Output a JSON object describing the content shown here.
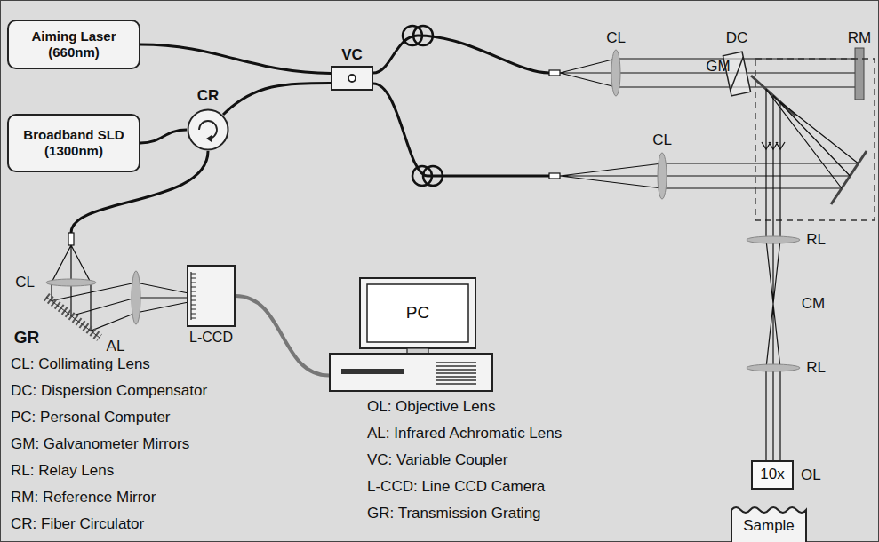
{
  "diagram": {
    "nodes": [
      {
        "text": [
          "Aiming Laser (660nm)"
        ]
      },
      {
        "text": [
          "Broadband SLD (1300nm)"
        ]
      },
      {
        "text": [
          "CR"
        ]
      },
      {
        "text": [
          "VC"
        ]
      },
      {
        "text": [
          "L-CCD"
        ]
      },
      {
        "text": [
          "PC"
        ]
      },
      {
        "text": [
          "10x",
          "OL"
        ]
      },
      {
        "text": [
          "Sample"
        ]
      }
    ],
    "edges": [
      {
        "from": 0,
        "to": 3,
        "arrow": "none"
      },
      {
        "from": 1,
        "to": 2,
        "arrow": "none"
      },
      {
        "from": 2,
        "to": 3,
        "arrow": "none"
      },
      {
        "from": 4,
        "to": 5,
        "arrow": "none"
      }
    ],
    "labels": [
      "CL",
      "DC",
      "RM",
      "GM",
      "CL",
      "RL",
      "CM",
      "RL",
      "CL",
      "GR",
      "AL",
      "CL: Collimating Lens",
      "DC: Dispersion Compensator",
      "PC: Personal Computer",
      "GM: Galvanometer Mirrors",
      "RL: Relay Lens",
      "RM: Reference Mirror",
      "CR: Fiber Circulator",
      "OL: Objective Lens",
      "AL: Infrared Achromatic Lens",
      "VC: Variable Coupler",
      "L-CCD: Line CCD Camera",
      "GR: Transmission Grating"
    ]
  }
}
